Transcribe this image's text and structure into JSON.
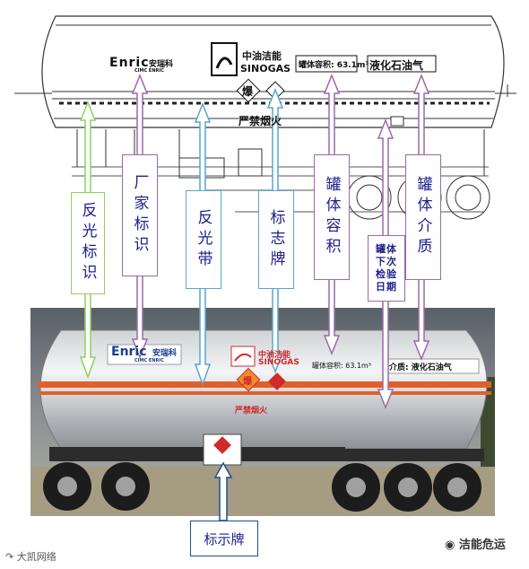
{
  "diagram": {
    "labels": {
      "reflective_mark": "反光标识",
      "manufacturer_mark": "厂家标识",
      "reflective_strip": "反光带",
      "sign_plate": "标志牌",
      "tank_volume": "罐体容积",
      "next_inspection_date": "罐体下次检验日期",
      "tank_medium": "罐体介质",
      "placard": "标示牌"
    },
    "drawing_text": {
      "enric_logo": "Enric",
      "enric_cn": "安瑞科",
      "enric_sub": "CIMC ENRIC",
      "sinogas_cn": "中油洁能",
      "sinogas_en": "SINOGAS",
      "volume_text": "罐体容积: 63.1m³",
      "medium_text": "液化石油气",
      "explosion_symbol": "爆",
      "no_fire": "严禁烟火"
    },
    "photo_text": {
      "enric_logo": "Enric",
      "enric_cn": "安瑞科",
      "enric_sub": "CIMC ENRIC",
      "sinogas_cn": "中油洁能",
      "sinogas_en": "SINOGAS",
      "volume_text": "罐体容积: 63.1m³",
      "medium_text": "介质: 液化石油气",
      "explosion_symbol": "爆",
      "no_fire": "严禁烟火"
    },
    "watermarks": {
      "left": "大凯网络",
      "right": "洁能危运"
    },
    "colors": {
      "reflective_mark": "#90d060",
      "manufacturer_mark": "#9a6aa8",
      "reflective_strip": "#5aa6c8",
      "sign_plate": "#5aa6c8",
      "tank_volume": "#9a6aa8",
      "next_inspection_date": "#9a6aa8",
      "tank_medium": "#9a6aa8",
      "placard": "#1e4e8c",
      "tank_band": "#e0602a",
      "label_text": "#1e1e8c"
    }
  }
}
